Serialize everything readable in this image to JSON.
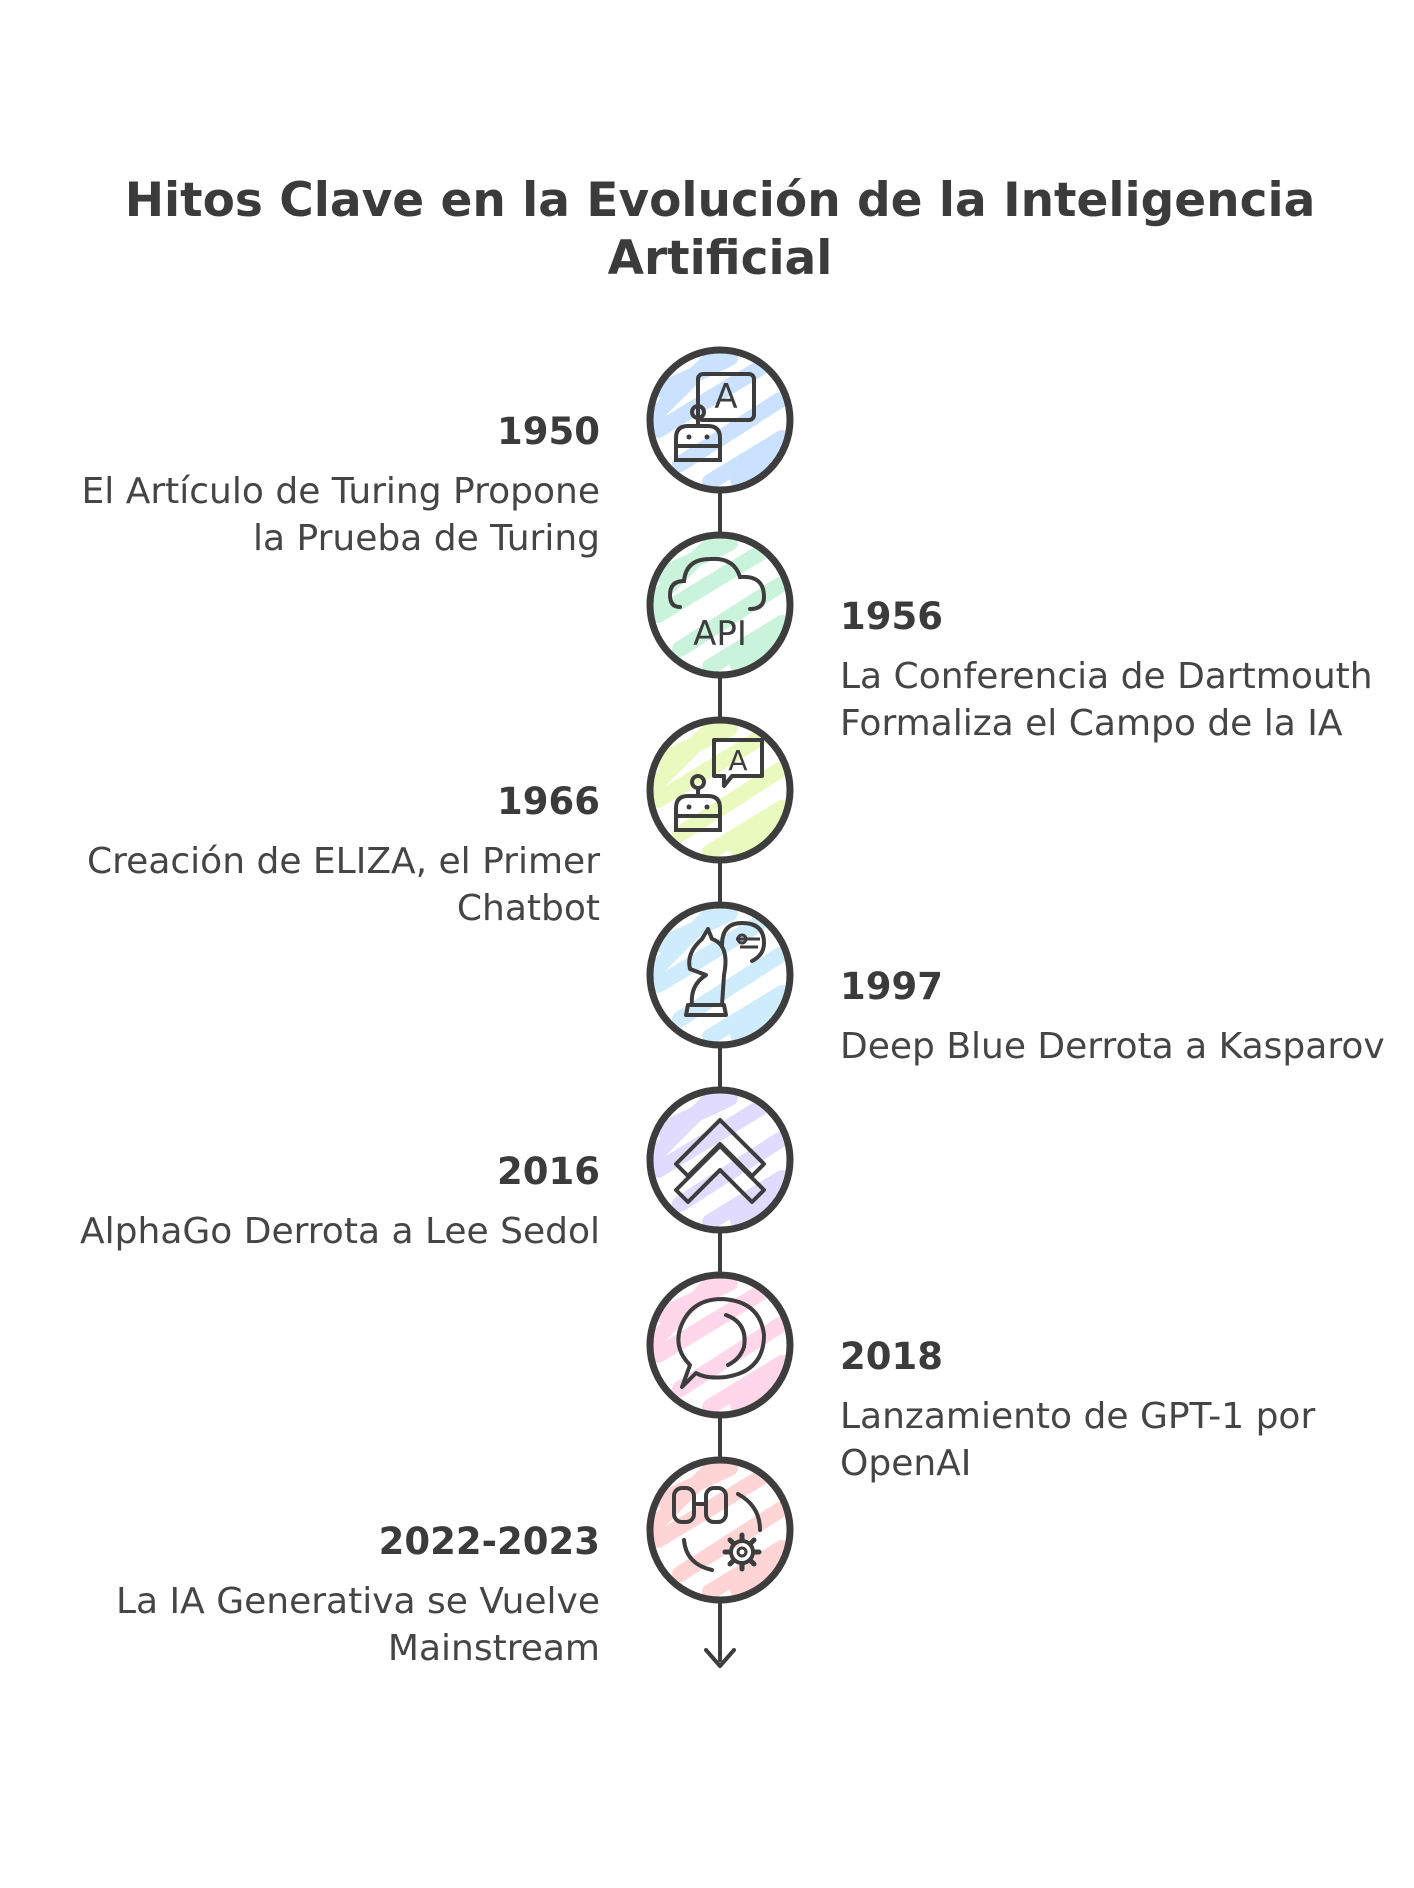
{
  "title": "Hitos Clave en la Evolución de la Inteligencia Artificial",
  "milestones": [
    {
      "year": "1950",
      "text": "El Artículo de Turing Propone la Prueba de Turing",
      "icon": "robot-translate-icon",
      "tint": "#b9d8ff"
    },
    {
      "year": "1956",
      "text": "La Conferencia de Dartmouth Formaliza el Campo de la IA",
      "icon": "cloud-api-icon",
      "tint": "#b7f0cf"
    },
    {
      "year": "1966",
      "text": "Creación de ELIZA, el Primer Chatbot",
      "icon": "robot-chat-icon",
      "tint": "#e4f7a8"
    },
    {
      "year": "1997",
      "text": "Deep Blue Derrota a Kasparov",
      "icon": "chess-knight-brain-icon",
      "tint": "#bfe6fb"
    },
    {
      "year": "2016",
      "text": "AlphaGo Derrota a Lee Sedol",
      "icon": "double-chevron-up-icon",
      "tint": "#d6cfff"
    },
    {
      "year": "2018",
      "text": "Lanzamiento de GPT-1 por OpenAI",
      "icon": "speech-bubble-icon",
      "tint": "#ffc9e4"
    },
    {
      "year": "2022-2023",
      "text": "La IA Generativa se Vuelve Mainstream",
      "icon": "binoculars-gear-icon",
      "tint": "#ffc6c6"
    }
  ]
}
